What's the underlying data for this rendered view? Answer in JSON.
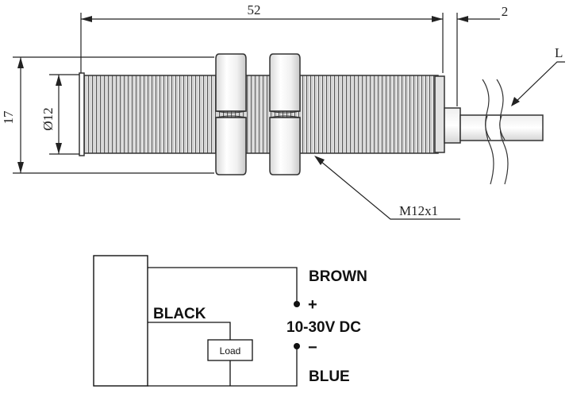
{
  "dimensions": {
    "length": "52",
    "gap": "2",
    "height": "17",
    "diameter": "Ø12",
    "cable": "L",
    "thread": "M12x1"
  },
  "wiring": {
    "brown": "BROWN",
    "black": "BLACK",
    "blue": "BLUE",
    "voltage": "10-30V DC",
    "load": "Load",
    "plus": "+",
    "minus": "−"
  }
}
